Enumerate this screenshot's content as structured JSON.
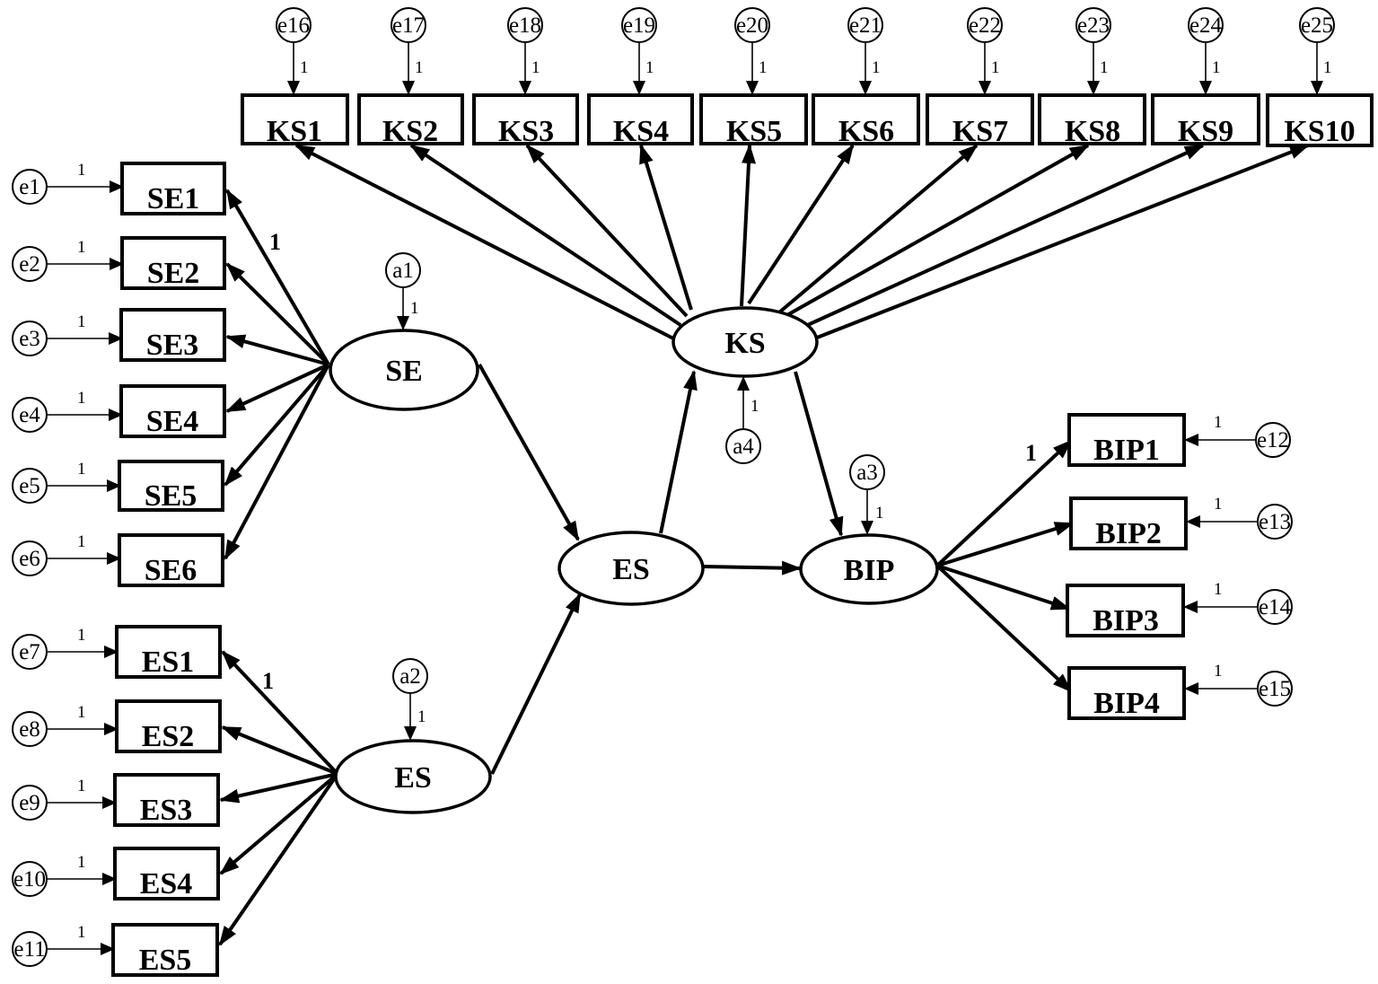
{
  "latents": {
    "SE": "SE",
    "ES_mediator": "ES",
    "ES_exogenous": "ES",
    "KS": "KS",
    "BIP": "BIP"
  },
  "indicators": {
    "KS": [
      "KS1",
      "KS2",
      "KS3",
      "KS4",
      "KS5",
      "KS6",
      "KS7",
      "KS8",
      "KS9",
      "KS10"
    ],
    "SE": [
      "SE1",
      "SE2",
      "SE3",
      "SE4",
      "SE5",
      "SE6"
    ],
    "ES": [
      "ES1",
      "ES2",
      "ES3",
      "ES4",
      "ES5"
    ],
    "BIP": [
      "BIP1",
      "BIP2",
      "BIP3",
      "BIP4"
    ]
  },
  "measurement_errors": {
    "SE": [
      "e1",
      "e2",
      "e3",
      "e4",
      "e5",
      "e6"
    ],
    "ES": [
      "e7",
      "e8",
      "e9",
      "e10",
      "e11"
    ],
    "BIP": [
      "e12",
      "e13",
      "e14",
      "e15"
    ],
    "KS": [
      "e16",
      "e17",
      "e18",
      "e19",
      "e20",
      "e21",
      "e22",
      "e23",
      "e24",
      "e25"
    ]
  },
  "disturbances": {
    "SE": "a1",
    "ES_exogenous": "a2",
    "BIP": "a3",
    "KS": "a4"
  },
  "fixed_loading_label": "1",
  "error_weight_label": "1",
  "structural_paths": [
    {
      "from": "SE",
      "to": "ES"
    },
    {
      "from": "ES (exogenous)",
      "to": "ES"
    },
    {
      "from": "ES",
      "to": "KS"
    },
    {
      "from": "ES",
      "to": "BIP"
    },
    {
      "from": "KS",
      "to": "BIP"
    }
  ]
}
